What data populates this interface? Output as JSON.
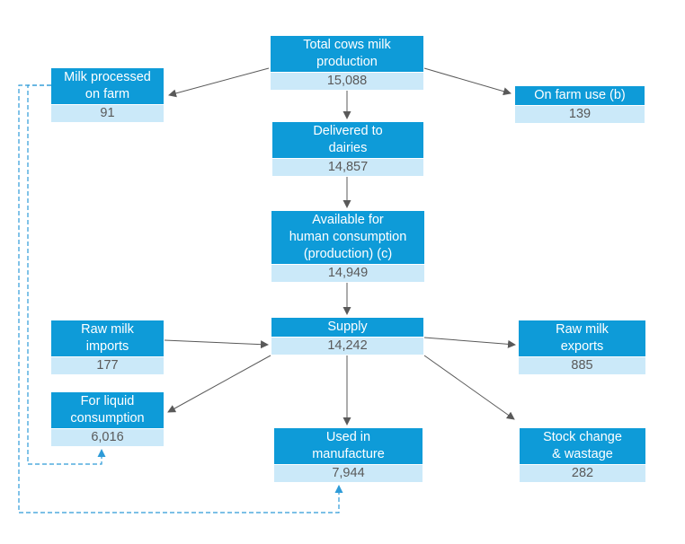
{
  "diagram": {
    "type": "flowchart",
    "subject": "Cows milk production and utilisation flow",
    "colors": {
      "node_header_bg": "#0e9bd8",
      "node_header_text": "#ffffff",
      "node_value_bg": "#cbe9f9",
      "node_value_text": "#595959",
      "solid_arrow": "#595959",
      "dashed_arrow": "#2e9bd8"
    },
    "nodes": [
      {
        "id": "total-cows-milk-production",
        "label": "Total cows milk\nproduction",
        "value": "15,088"
      },
      {
        "id": "milk-processed-on-farm",
        "label": "Milk processed\non farm",
        "value": "91"
      },
      {
        "id": "on-farm-use",
        "label": "On farm use (b)",
        "value": "139"
      },
      {
        "id": "delivered-to-dairies",
        "label": "Delivered to\ndairies",
        "value": "14,857"
      },
      {
        "id": "available-for-human-consumption",
        "label": "Available for\nhuman consumption\n(production) (c)",
        "value": "14,949"
      },
      {
        "id": "supply",
        "label": "Supply",
        "value": "14,242"
      },
      {
        "id": "raw-milk-imports",
        "label": "Raw milk\nimports",
        "value": "177"
      },
      {
        "id": "raw-milk-exports",
        "label": "Raw milk\nexports",
        "value": "885"
      },
      {
        "id": "for-liquid-consumption",
        "label": "For liquid\nconsumption",
        "value": "6,016"
      },
      {
        "id": "used-in-manufacture",
        "label": "Used in\nmanufacture",
        "value": "7,944"
      },
      {
        "id": "stock-change-wastage",
        "label": "Stock change\n& wastage",
        "value": "282"
      }
    ],
    "edges_solid": [
      {
        "from": "total-cows-milk-production",
        "to": "milk-processed-on-farm"
      },
      {
        "from": "total-cows-milk-production",
        "to": "on-farm-use"
      },
      {
        "from": "total-cows-milk-production",
        "to": "delivered-to-dairies"
      },
      {
        "from": "delivered-to-dairies",
        "to": "available-for-human-consumption"
      },
      {
        "from": "available-for-human-consumption",
        "to": "supply"
      },
      {
        "from": "raw-milk-imports",
        "to": "supply"
      },
      {
        "from": "supply",
        "to": "raw-milk-exports"
      },
      {
        "from": "supply",
        "to": "for-liquid-consumption"
      },
      {
        "from": "supply",
        "to": "used-in-manufacture"
      },
      {
        "from": "supply",
        "to": "stock-change-wastage"
      }
    ],
    "edges_dashed": [
      {
        "from": "milk-processed-on-farm",
        "to": "for-liquid-consumption"
      },
      {
        "from": "milk-processed-on-farm",
        "to": "used-in-manufacture"
      }
    ]
  }
}
